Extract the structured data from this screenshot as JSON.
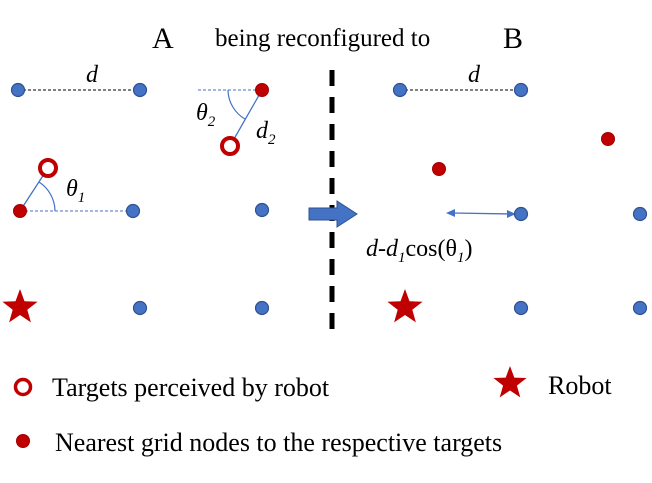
{
  "header": {
    "left_label": "A",
    "middle_label": "being reconfigured to",
    "right_label": "B"
  },
  "math": {
    "d_left": "d",
    "d_right": "d",
    "theta2": "θ",
    "theta2_sub": "2",
    "d2": "d",
    "d2_sub": "2",
    "theta1": "θ",
    "theta1_sub": "1",
    "formula_part1": "d",
    "formula_part2": "-d",
    "formula_sub1": "1",
    "formula_part3": "cos(θ",
    "formula_sub2": "1",
    "formula_part4": ")"
  },
  "legend": {
    "targets": "Targets perceived by robot",
    "robot": "Robot",
    "nearest": "Nearest grid nodes to the respective targets"
  },
  "colors": {
    "grid_node": "#4472c4",
    "grid_node_stroke": "#2f528f",
    "red": "#c00000",
    "arrow": "#4472c4"
  }
}
